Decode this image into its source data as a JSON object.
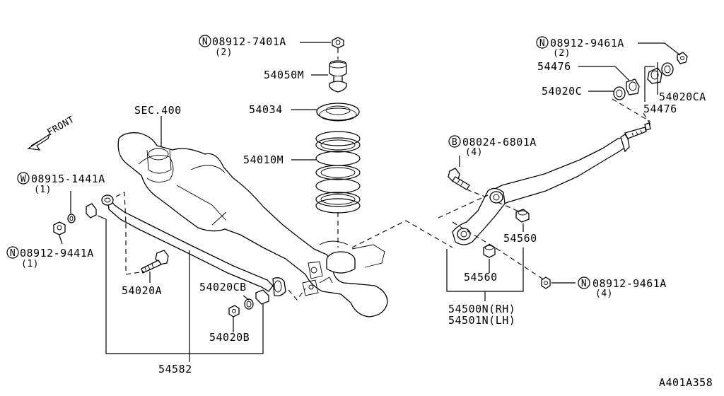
{
  "labels": {
    "nut_top": "08912-7401A",
    "nut_top_qty": "(2)",
    "bound_bumper": "54050M",
    "spring_seat": "54034",
    "coil_spring": "54010M",
    "sec": "SEC.400",
    "front": "FRONT",
    "washer": "08915-1441A",
    "washer_qty": "(1)",
    "nut_left": "08912-9441A",
    "nut_left_qty": "(1)",
    "bolt": "54020A",
    "bushing_cb": "54020CB",
    "nut_b": "54020B",
    "stabilizer": "54582",
    "nut_right_top": "08912-9461A",
    "nut_right_top_qty": "(2)",
    "bush_54476_a": "54476",
    "bush_54020c": "54020C",
    "bush_54020ca": "54020CA",
    "bush_54476_b": "54476",
    "bolt_b": "08024-6801A",
    "bolt_b_qty": "(4)",
    "bush_54560_a": "54560",
    "bush_54560_b": "54560",
    "nut_right_low": "08912-9461A",
    "nut_right_low_qty": "(4)",
    "arm_rh": "54500N(RH)",
    "arm_lh": "54501N(LH)",
    "ref": "A401A358"
  },
  "prefix": {
    "n": "N",
    "w": "W",
    "b": "B"
  }
}
